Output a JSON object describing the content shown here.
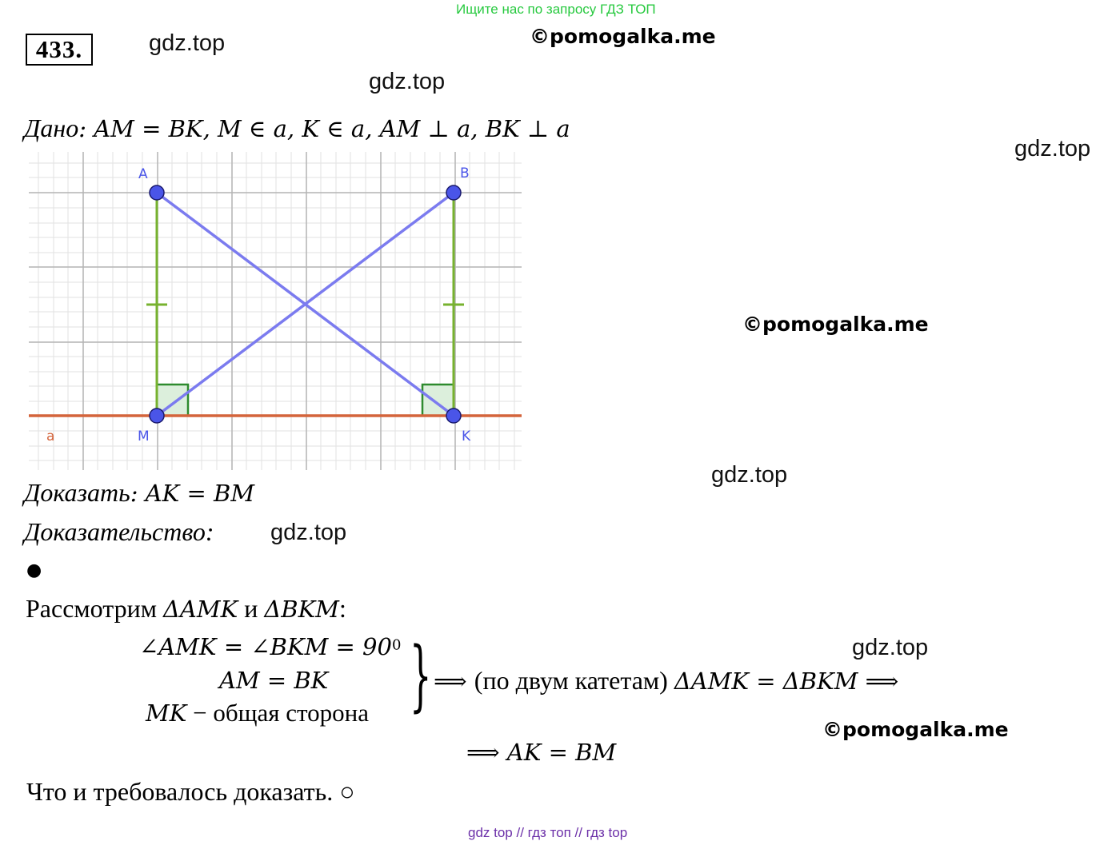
{
  "top_note": "Ищите нас по запросу ГДЗ ТОП",
  "problem_number": "433.",
  "watermarks": {
    "gdz": "gdz.top",
    "pomogalka": "©pomogalka.me"
  },
  "given": {
    "label": "Дано",
    "statement": ": AM = BK, M ∈ a, K ∈ a, AM ⊥ a, BK ⊥ a"
  },
  "figure": {
    "labels": {
      "A": "A",
      "B": "B",
      "M": "M",
      "K": "K",
      "line": "a"
    },
    "colors": {
      "segment": "#7b7bef",
      "perp": "#77b22f",
      "line": "#d4643b",
      "point": "#4a55e8",
      "square": "#2e8b2e",
      "grid_major": "#b4b4b4",
      "grid_minor": "#e2e2e2"
    }
  },
  "prove": {
    "label": "Доказать",
    "statement": ": AK = BM"
  },
  "proof": {
    "label": "Доказательство",
    "colon": ":",
    "bullet": "●",
    "consider_prefix": "Рассмотрим ",
    "consider_t1": "ΔAMK",
    "consider_and": " и ",
    "consider_t2": "ΔBKM",
    "consider_colon": ":",
    "line1_math": "∠AMK = ∠BKM = 90",
    "line1_sup": "0",
    "line2_math": "AM = BK",
    "line3_math": "MK",
    "line3_text": " − общая сторона",
    "brace": "}",
    "conclusion_arrow": "⟹ ",
    "conclusion_text": "(по двум катетам) ",
    "conclusion_math": "ΔAMK = ΔBKM ⟹",
    "result": "⟹ AK = BM",
    "qed": "Что и требовалось доказать. ○"
  },
  "footer": "gdz top  //  гдз топ  //  гдз top"
}
